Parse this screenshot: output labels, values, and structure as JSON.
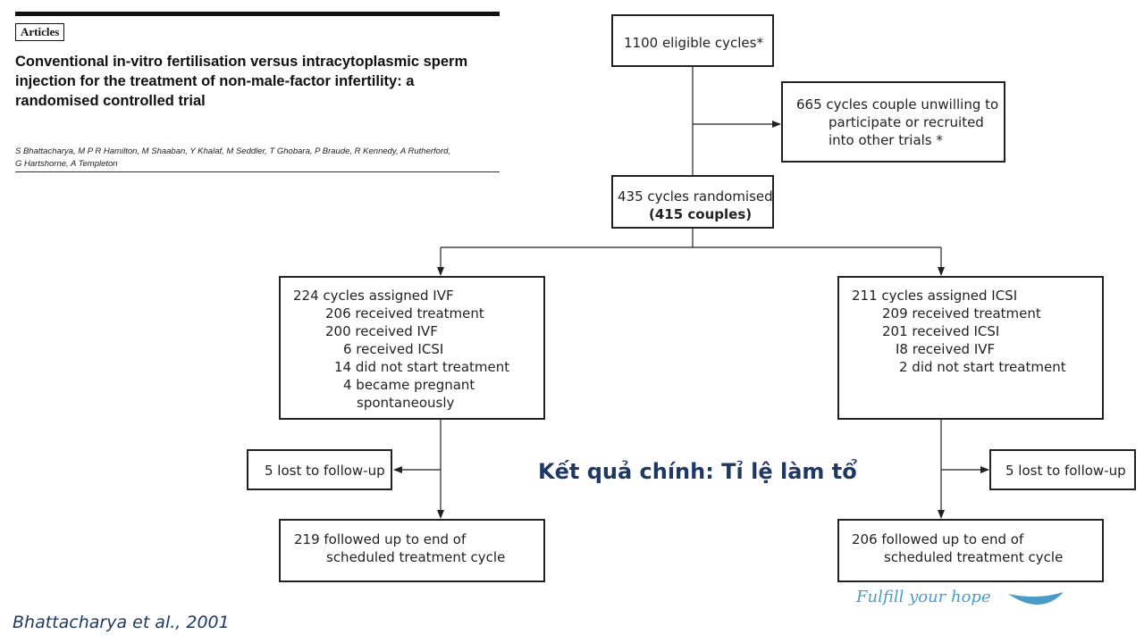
{
  "paper": {
    "section_tag": "Articles",
    "title_lines": [
      "Conventional in-vitro fertilisation versus intracytoplasmic sperm",
      "injection for the treatment of non-male-factor infertility: a",
      "randomised controlled trial"
    ],
    "authors_lines": [
      "S Bhattacharya, M P R Hamilton, M Shaaban, Y Khalaf, M Seddler, T Ghobara, P Braude, R Kennedy, A Rutherford,",
      "G Hartshorne, A Templeton"
    ]
  },
  "flow": {
    "eligible": "1100 eligible cycles*",
    "excluded": [
      "665 cycles couple unwilling to",
      "participate or recruited",
      "into other trials *"
    ],
    "randomised": [
      "435 cycles randomised",
      "(415 couples)"
    ],
    "ivf_arm": [
      "224 cycles assigned IVF",
      "206 received treatment",
      "200 received IVF",
      "6 received ICSI",
      "14 did not start treatment",
      "4 became pregnant",
      "spontaneously"
    ],
    "icsi_arm": [
      "211 cycles assigned ICSI",
      "209 received treatment",
      "201 received ICSI",
      "I8 received IVF",
      "2 did not start treatment"
    ],
    "ivf_lost": "5 lost to follow-up",
    "icsi_lost": "5 lost to follow-up",
    "ivf_followed": [
      "219 followed up to end of",
      "scheduled treatment cycle"
    ],
    "icsi_followed": [
      "206 followed up to end of",
      "scheduled treatment cycle"
    ]
  },
  "slide": {
    "center_label": "Kết quả chính: Tỉ lệ làm tổ",
    "citation": "Bhattacharya et al., 2001",
    "tagline": "Fulfill your hope"
  },
  "colors": {
    "navy": "#1f3864",
    "tagline_blue": "#4a9cc8"
  }
}
